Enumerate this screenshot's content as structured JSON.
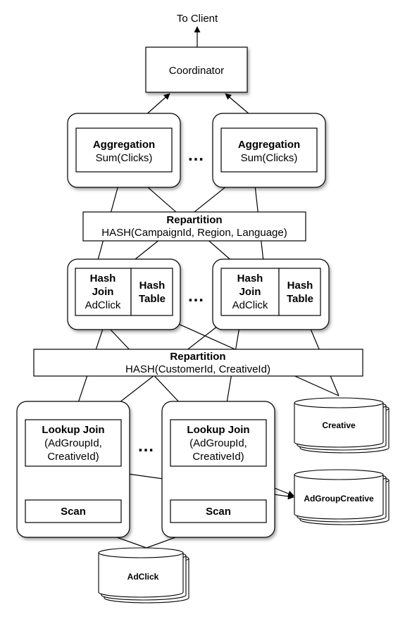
{
  "diagram": {
    "to_client": "To Client",
    "coordinator": "Coordinator",
    "aggregation": {
      "title": "Aggregation",
      "subtitle": "Sum(Clicks)"
    },
    "repartition_top": {
      "title": "Repartition",
      "subtitle": "HASH(CampaignId, Region, Language)"
    },
    "hash_join": {
      "line1": "Hash",
      "line2": "Join",
      "line3": "AdClick"
    },
    "hash_table": {
      "line1": "Hash",
      "line2": "Table"
    },
    "repartition_bottom": {
      "title": "Repartition",
      "subtitle": "HASH(CustomerId, CreativeId)"
    },
    "lookup_join": {
      "title": "Lookup Join",
      "line2": "(AdGroupId,",
      "line3": "CreativeId)"
    },
    "scan": "Scan",
    "ellipsis": "…",
    "databases": {
      "creative": "Creative",
      "adgroupcreative": "AdGroupCreative",
      "adclick": "AdClick"
    }
  }
}
